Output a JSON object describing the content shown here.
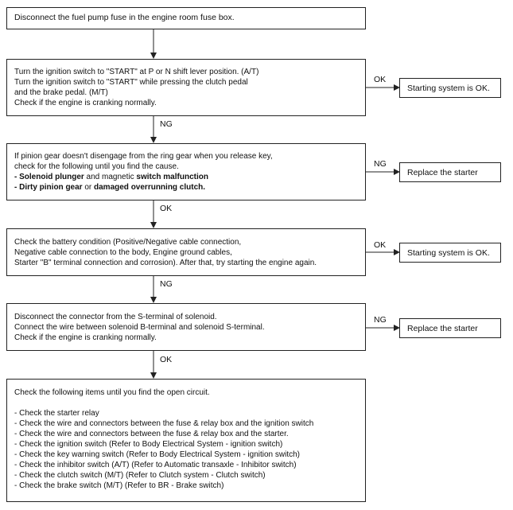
{
  "step1": {
    "text": "Disconnect the fuel pump fuse in the engine room fuse box."
  },
  "step2": {
    "lines": [
      "Turn the ignition switch to \"START\" at P or N shift lever position. (A/T)",
      "Turn the ignition switch to \"START\" while pressing the clutch pedal",
      "and the brake pedal. (M/T)",
      "Check if the engine is cranking normally."
    ],
    "branch_label": "OK",
    "result": "Starting system is OK."
  },
  "label_after_step2": "NG",
  "step3": {
    "line1": "If pinion gear doesn't disengage from the ring gear when you release key,",
    "line2": "check for the following until you find the cause.",
    "item1": {
      "bold1": "- Solenoid plunger",
      "mid": " and magnetic ",
      "bold2": "switch malfunction"
    },
    "item2": {
      "bold1": "- Dirty pinion gear",
      "mid": " or ",
      "bold2": "damaged overrunning clutch."
    },
    "branch_label": "NG",
    "result": "Replace the starter"
  },
  "label_after_step3": "OK",
  "step4": {
    "lines": [
      "Check the battery condition (Positive/Negative cable connection,",
      "Negative cable connection to the body, Engine ground cables,",
      "Starter \"B\" terminal connection and corrosion). After that, try starting the engine again."
    ],
    "branch_label": "OK",
    "result": "Starting system is OK."
  },
  "label_after_step4": "NG",
  "step5": {
    "lines": [
      "Disconnect the connector from the S-terminal of solenoid.",
      "Connect the wire between solenoid B-terminal and solenoid S-terminal.",
      "Check if the engine is cranking normally."
    ],
    "branch_label": "NG",
    "result": "Replace the starter"
  },
  "label_after_step5": "OK",
  "step6": {
    "heading": "Check the following items until you find the open circuit.",
    "items": [
      "- Check the starter relay",
      "- Check the wire and connectors between the fuse & relay box and the ignition switch",
      "- Check the wire and connectors between the fuse & relay box and the starter.",
      "- Check the ignition switch (Refer to Body Electrical System - ignition switch)",
      "- Check the key warning switch (Refer to Body Electrical System - ignition switch)",
      "- Check the inhibitor switch (A/T) (Refer to Automatic transaxle - Inhibitor switch)",
      "- Check the clutch switch (M/T) (Refer to Clutch system - Clutch switch)",
      "- Check the brake switch (M/T) (Refer to BR - Brake switch)"
    ]
  }
}
